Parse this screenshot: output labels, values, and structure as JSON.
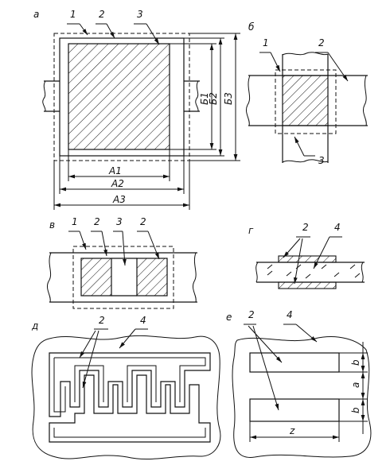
{
  "figure": {
    "a": {
      "panel_label": "а",
      "callouts": [
        "1",
        "2",
        "3"
      ],
      "horizontal_dims": [
        "А1",
        "А2",
        "А3"
      ],
      "vertical_dims": [
        "Б1",
        "Б2",
        "Б3"
      ]
    },
    "b": {
      "panel_label": "б",
      "callouts": [
        "1",
        "2",
        "3"
      ]
    },
    "v": {
      "panel_label": "в",
      "callouts": [
        "1",
        "2",
        "3",
        "2"
      ]
    },
    "g": {
      "panel_label": "г",
      "callouts": [
        "2",
        "4"
      ]
    },
    "d": {
      "panel_label": "д",
      "callouts": [
        "2",
        "4"
      ]
    },
    "e": {
      "panel_label": "е",
      "callouts": [
        "2",
        "4"
      ],
      "dims": [
        "b",
        "a",
        "b",
        "z"
      ]
    }
  }
}
